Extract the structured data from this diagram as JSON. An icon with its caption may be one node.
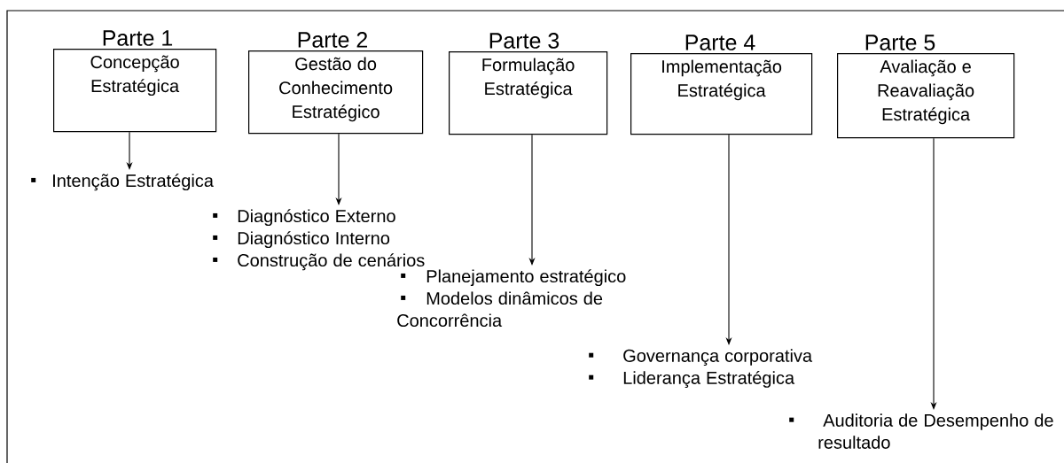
{
  "diagram": {
    "nodes": [
      {
        "text": [
          "Parte 1",
          "Concepção Estratégica"
        ]
      },
      {
        "text": [
          "Parte 2",
          "Gestão do Conhecimento Estratégico"
        ]
      },
      {
        "text": [
          "Parte 3",
          "Formulação Estratégica"
        ]
      },
      {
        "text": [
          "Parte 4",
          "Implementação Estratégica"
        ]
      },
      {
        "text": [
          "Parte 5",
          "Avaliação e Reavaliação Estratégica"
        ]
      },
      {
        "text": [
          "Intenção Estratégica"
        ]
      },
      {
        "text": [
          "Diagnóstico Externo",
          "Diagnóstico Interno",
          "Construção de cenários"
        ]
      },
      {
        "text": [
          "Planejamento estratégico",
          "Modelos dinâmicos de Concorrência"
        ]
      },
      {
        "text": [
          "Governança corporativa",
          "Liderança Estratégica"
        ]
      },
      {
        "text": [
          "Auditoria de Desempenho de resultado"
        ]
      }
    ],
    "edges": [
      {
        "from": 0,
        "to": 5,
        "arrow": "to"
      },
      {
        "from": 1,
        "to": 6,
        "arrow": "to"
      },
      {
        "from": 2,
        "to": 7,
        "arrow": "to"
      },
      {
        "from": 3,
        "to": 8,
        "arrow": "to"
      },
      {
        "from": 4,
        "to": 9,
        "arrow": "to"
      }
    ]
  }
}
